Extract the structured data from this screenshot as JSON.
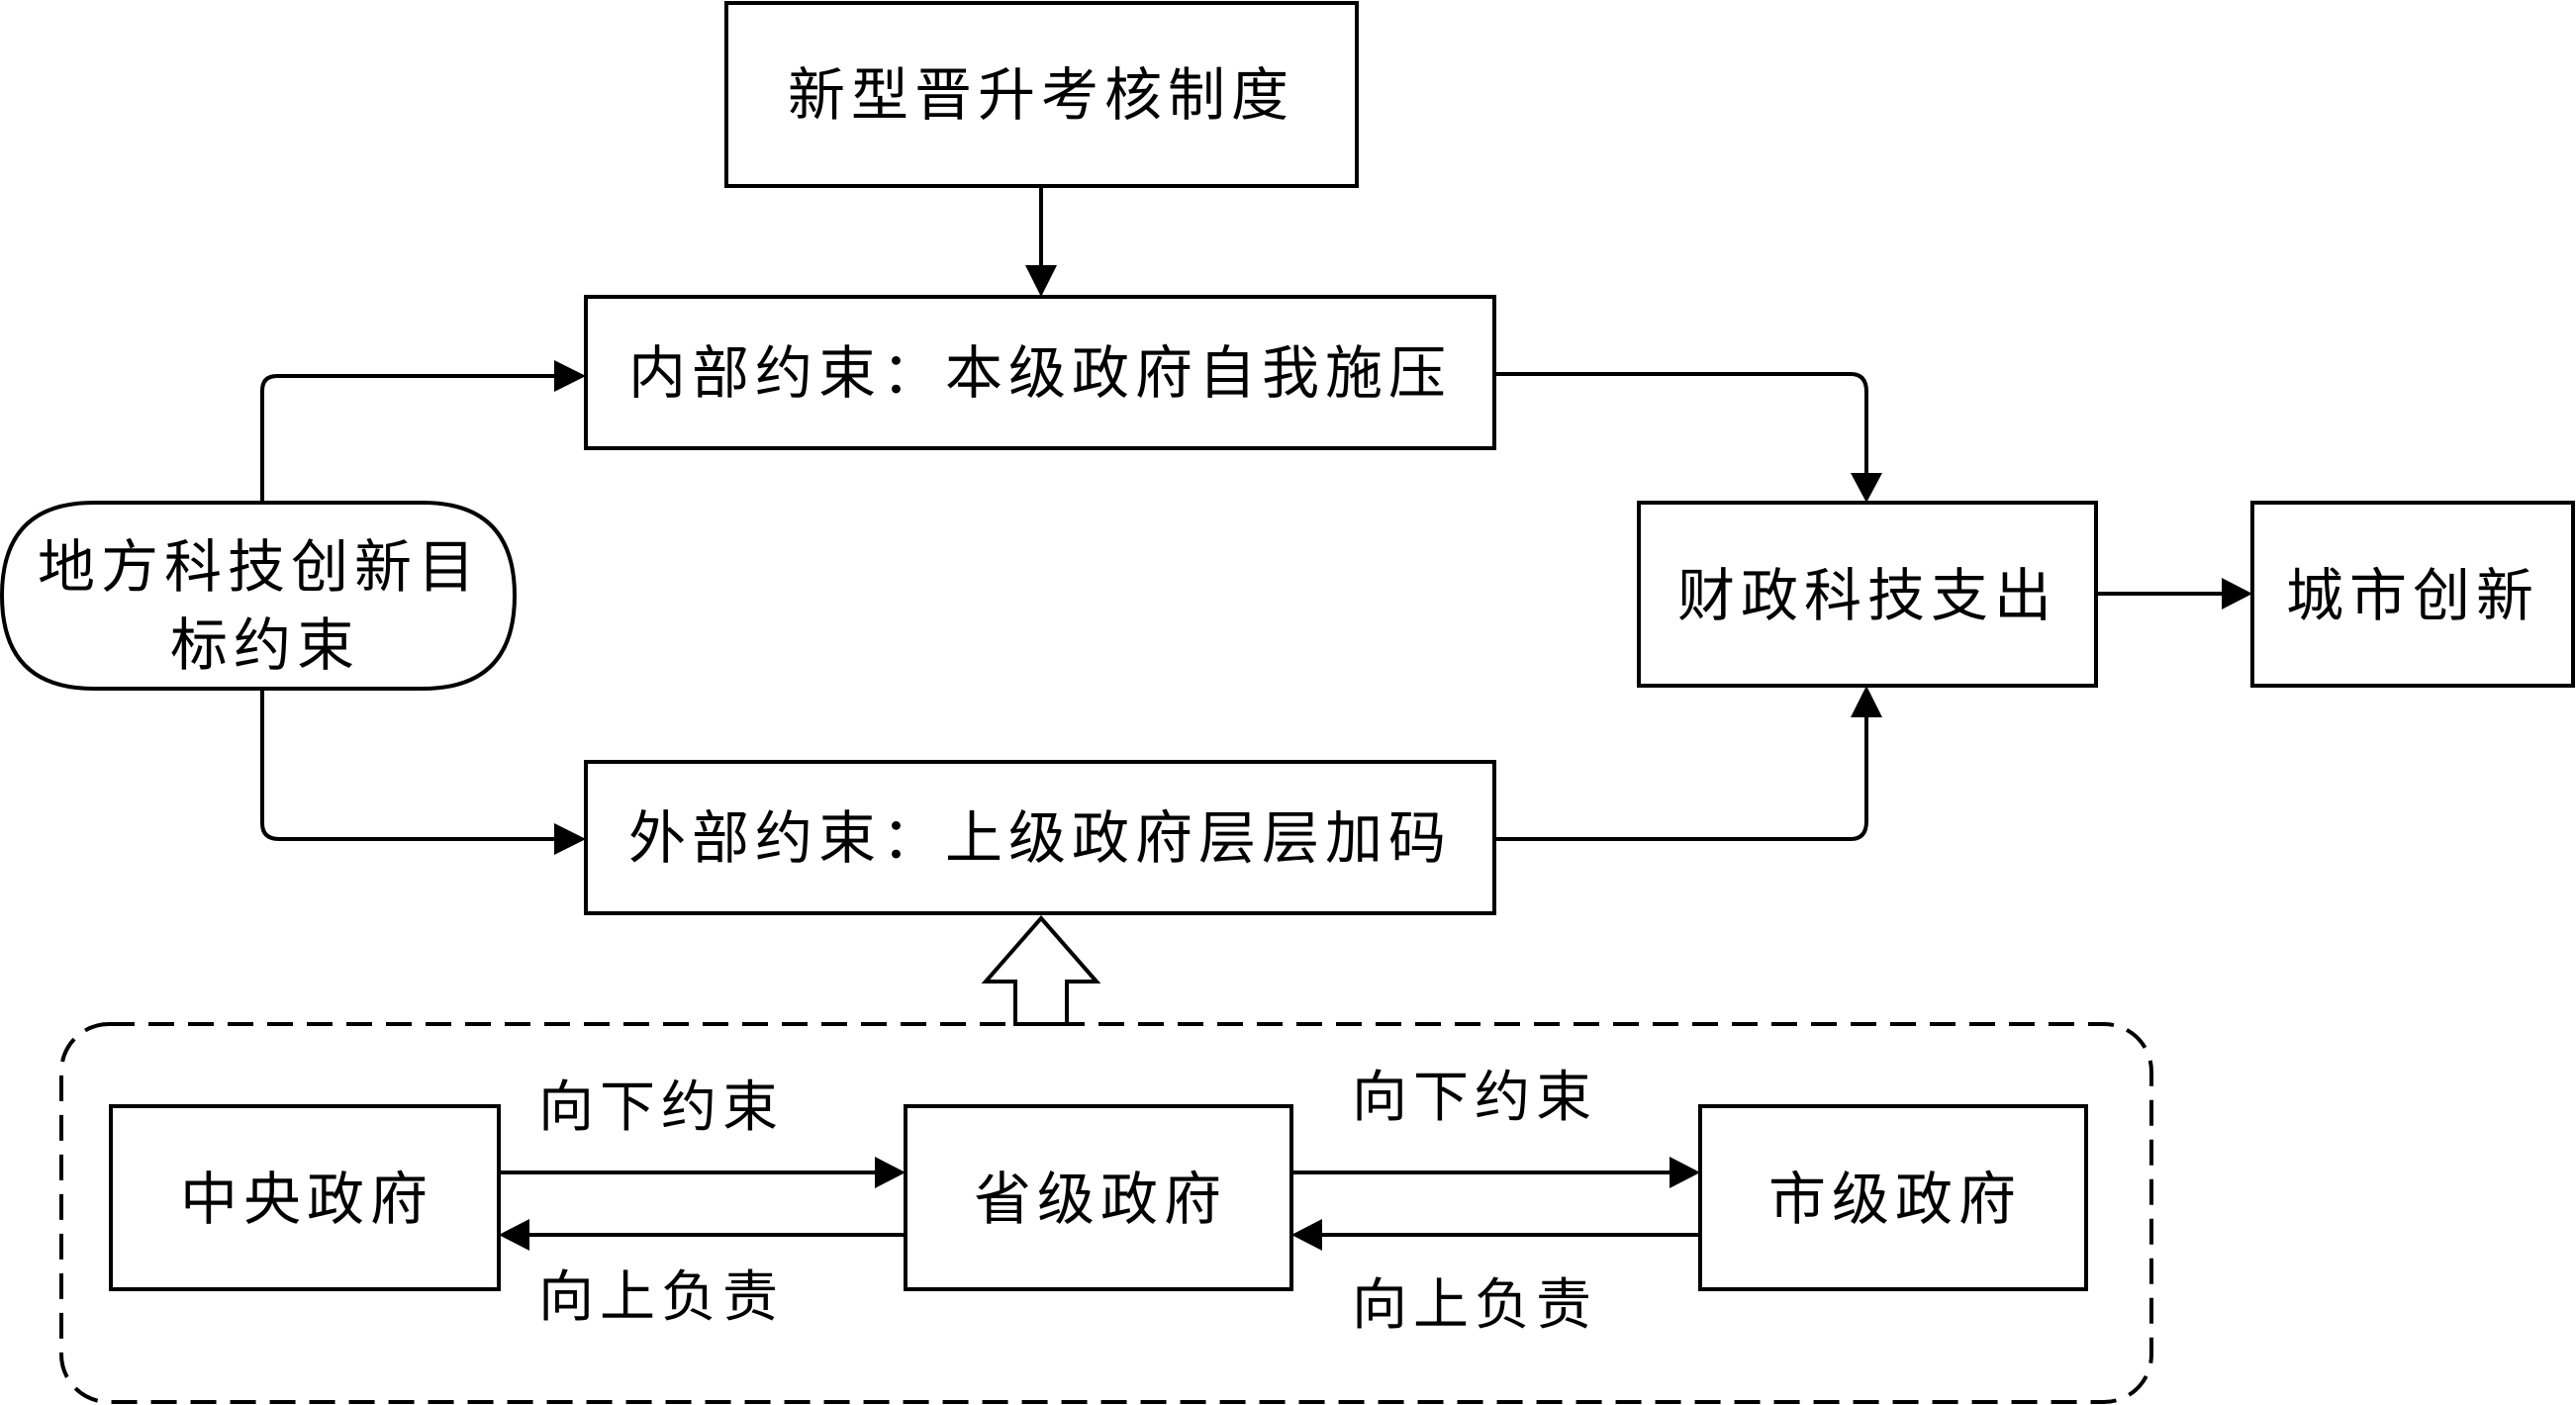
{
  "nodes": {
    "top": "新型晋升考核制度",
    "internal": "内部约束：本级政府自我施压",
    "external": "外部约束：上级政府层层加码",
    "local_line1": "地方科技创新目",
    "local_line2": "标约束",
    "fiscal": "财政科技支出",
    "city": "城市创新",
    "central": "中央政府",
    "provincial": "省级政府",
    "municipal": "市级政府"
  },
  "edges": {
    "down_1": "向下约束",
    "up_1": "向上负责",
    "down_2": "向下约束",
    "up_2": "向上负责"
  }
}
